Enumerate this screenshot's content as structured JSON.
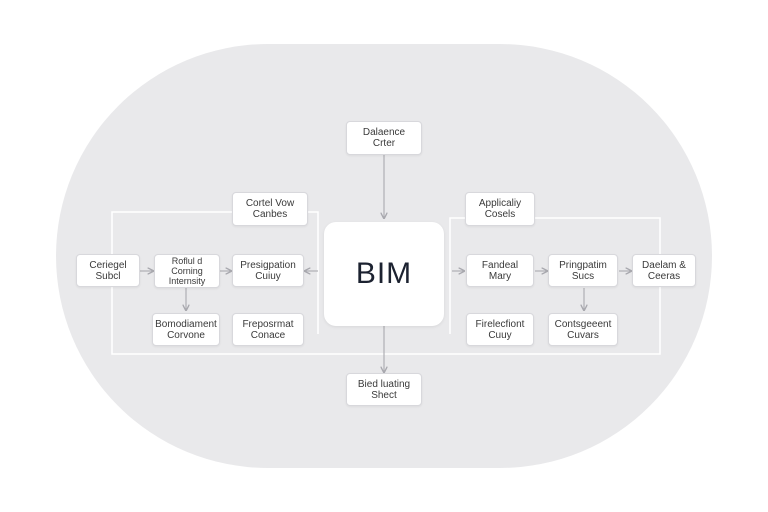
{
  "diagram": {
    "center": "BIM",
    "nodes": {
      "top": "Dalaence\nCrter",
      "bottom": "Bied luating\nShect",
      "left_group_header": "Cortel Vow\nCanbes",
      "right_group_header": "Applicaliy\nCosels",
      "left_outer": "Ceriegel\nSubcl",
      "left_mid": "Roflul d\nCorning\nInternsity",
      "left_inner": "Presigpation\nCuiuy",
      "left_mid_bottom": "Bomodiament\nCorvone",
      "left_inner_bottom": "Freposrmat\nConace",
      "right_inner": "Fandeal\nMary",
      "right_mid": "Pringpatim\nSucs",
      "right_outer": "Daelam &\nCeeras",
      "right_inner_bottom": "Firelecfiont\nCuuy",
      "right_mid_bottom": "Contsgeeent\nCuvars"
    }
  }
}
